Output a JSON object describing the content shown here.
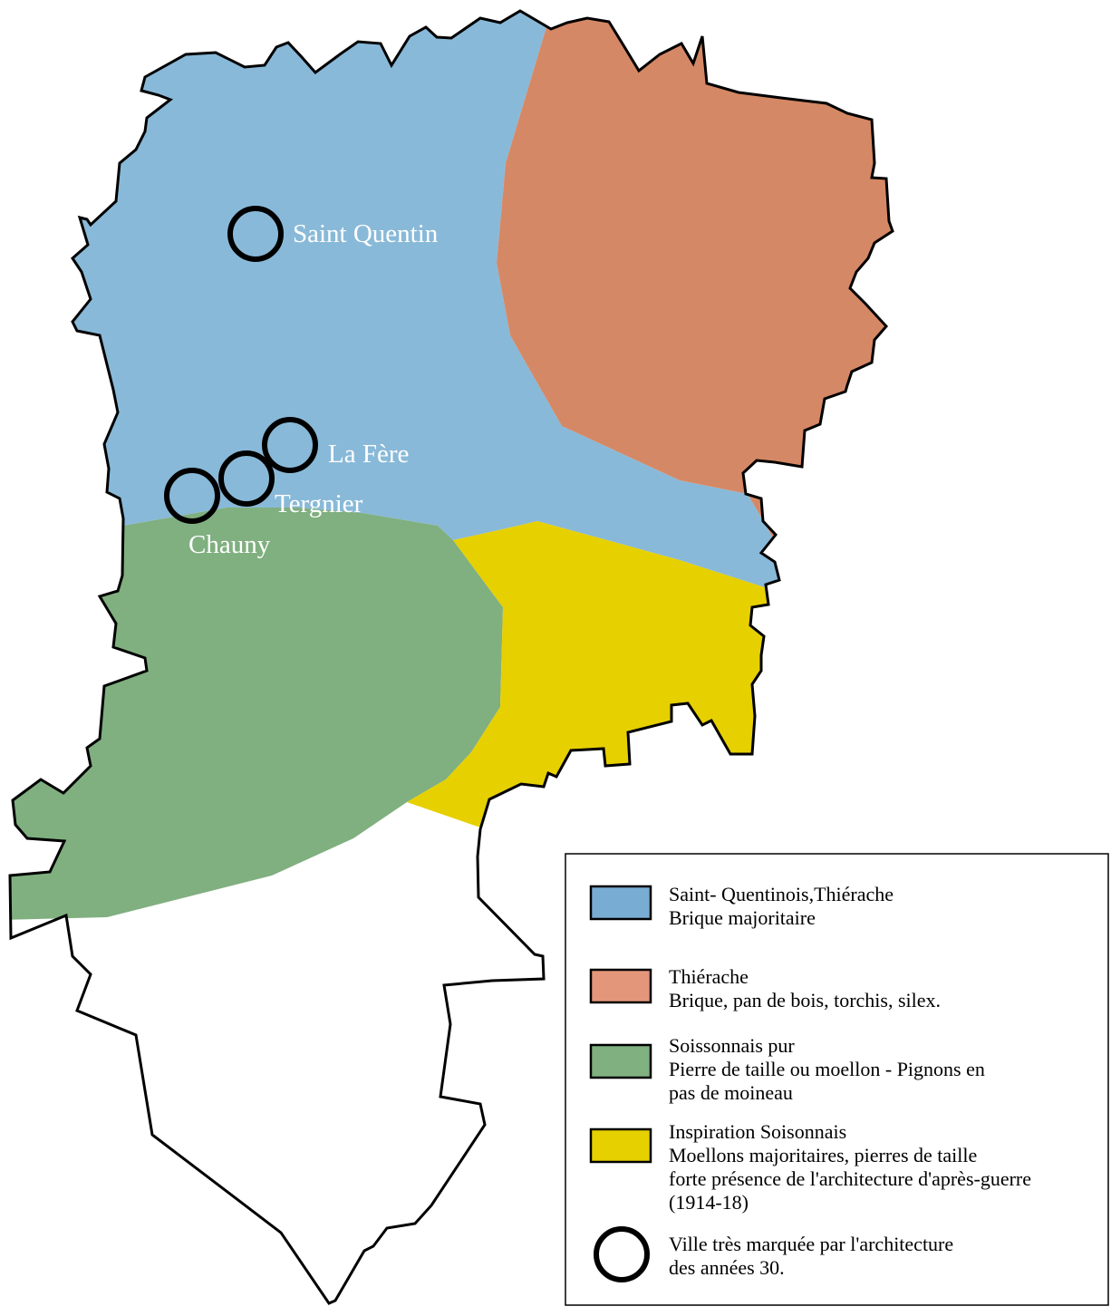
{
  "colors": {
    "saint_quentinois": "#89b9d8",
    "thierache": "#d58865",
    "soissonnais_pur": "#80af80",
    "inspiration_soissonnais": "#e6d000",
    "outline": "#000000",
    "label": "#ffffff"
  },
  "cities": {
    "saint_quentin": "Saint Quentin",
    "la_fere": "La Fère",
    "tergnier": "Tergnier",
    "chauny": "Chauny"
  },
  "legend": {
    "saint_quentinois": {
      "line1": "Saint- Quentinois,Thiérache",
      "line2": "Brique majoritaire"
    },
    "thierache": {
      "line1": "Thiérache",
      "line2": "Brique, pan de bois, torchis, silex."
    },
    "soissonnais_pur": {
      "line1": "Soissonnais pur",
      "line2": "Pierre de taille ou moellon - Pignons en",
      "line3": "pas de moineau"
    },
    "inspiration": {
      "line1": "Inspiration Soisonnais",
      "line2": "Moellons majoritaires, pierres de taille",
      "line3": "forte présence de l'architecture d'après-guerre",
      "line4": "(1914-18)"
    },
    "ville": {
      "line1": "Ville très marquée par l'architecture",
      "line2": "des années 30."
    }
  }
}
